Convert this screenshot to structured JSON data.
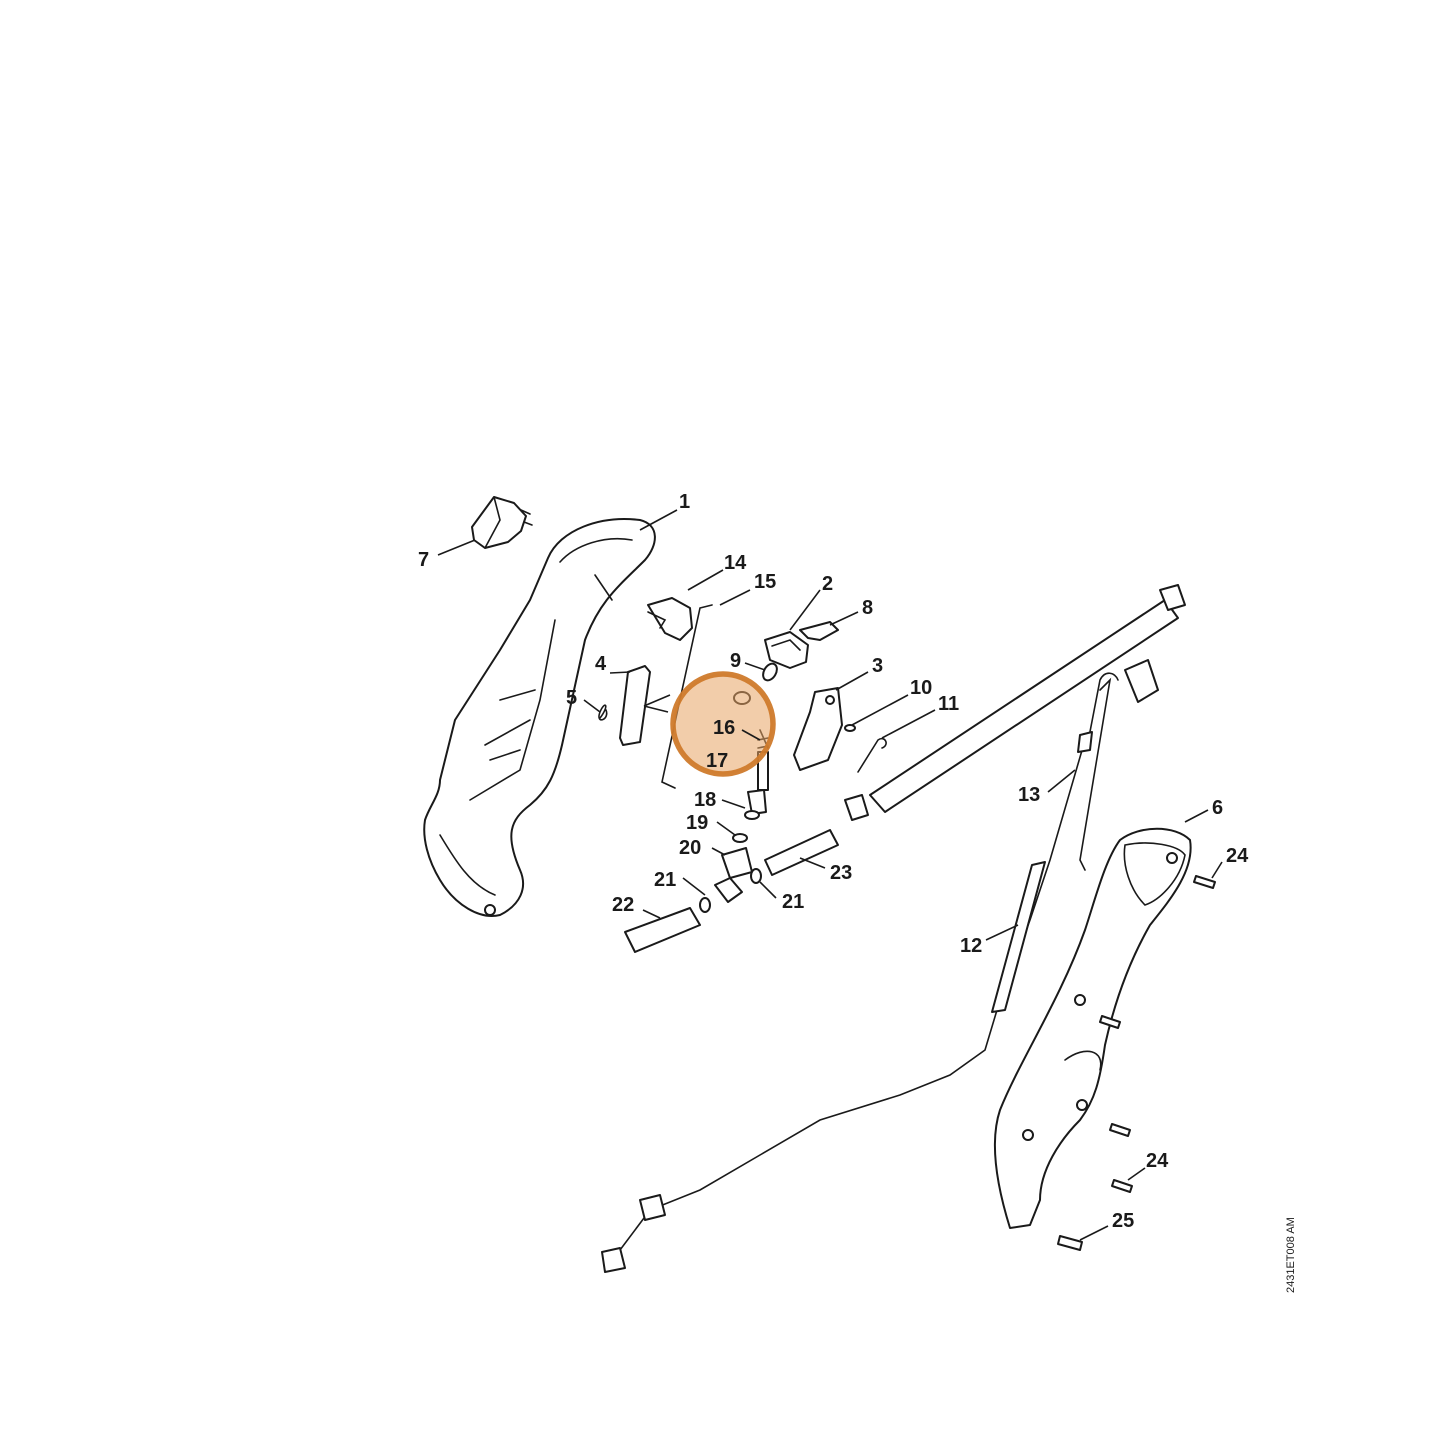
{
  "drawing_code": "2431ET008 AM",
  "highlight_color": "#e8a465",
  "highlight_stroke": "#cf7a2b",
  "callouts": {
    "c1": "1",
    "c2": "2",
    "c3": "3",
    "c4": "4",
    "c5": "5",
    "c6": "6",
    "c7": "7",
    "c8": "8",
    "c9": "9",
    "c10": "10",
    "c11": "11",
    "c12": "12",
    "c13": "13",
    "c14": "14",
    "c15": "15",
    "c16": "16",
    "c17": "17",
    "c18": "18",
    "c19": "19",
    "c20": "20",
    "c21a": "21",
    "c21b": "21",
    "c22": "22",
    "c23": "23",
    "c24a": "24",
    "c24b": "24",
    "c25": "25"
  }
}
